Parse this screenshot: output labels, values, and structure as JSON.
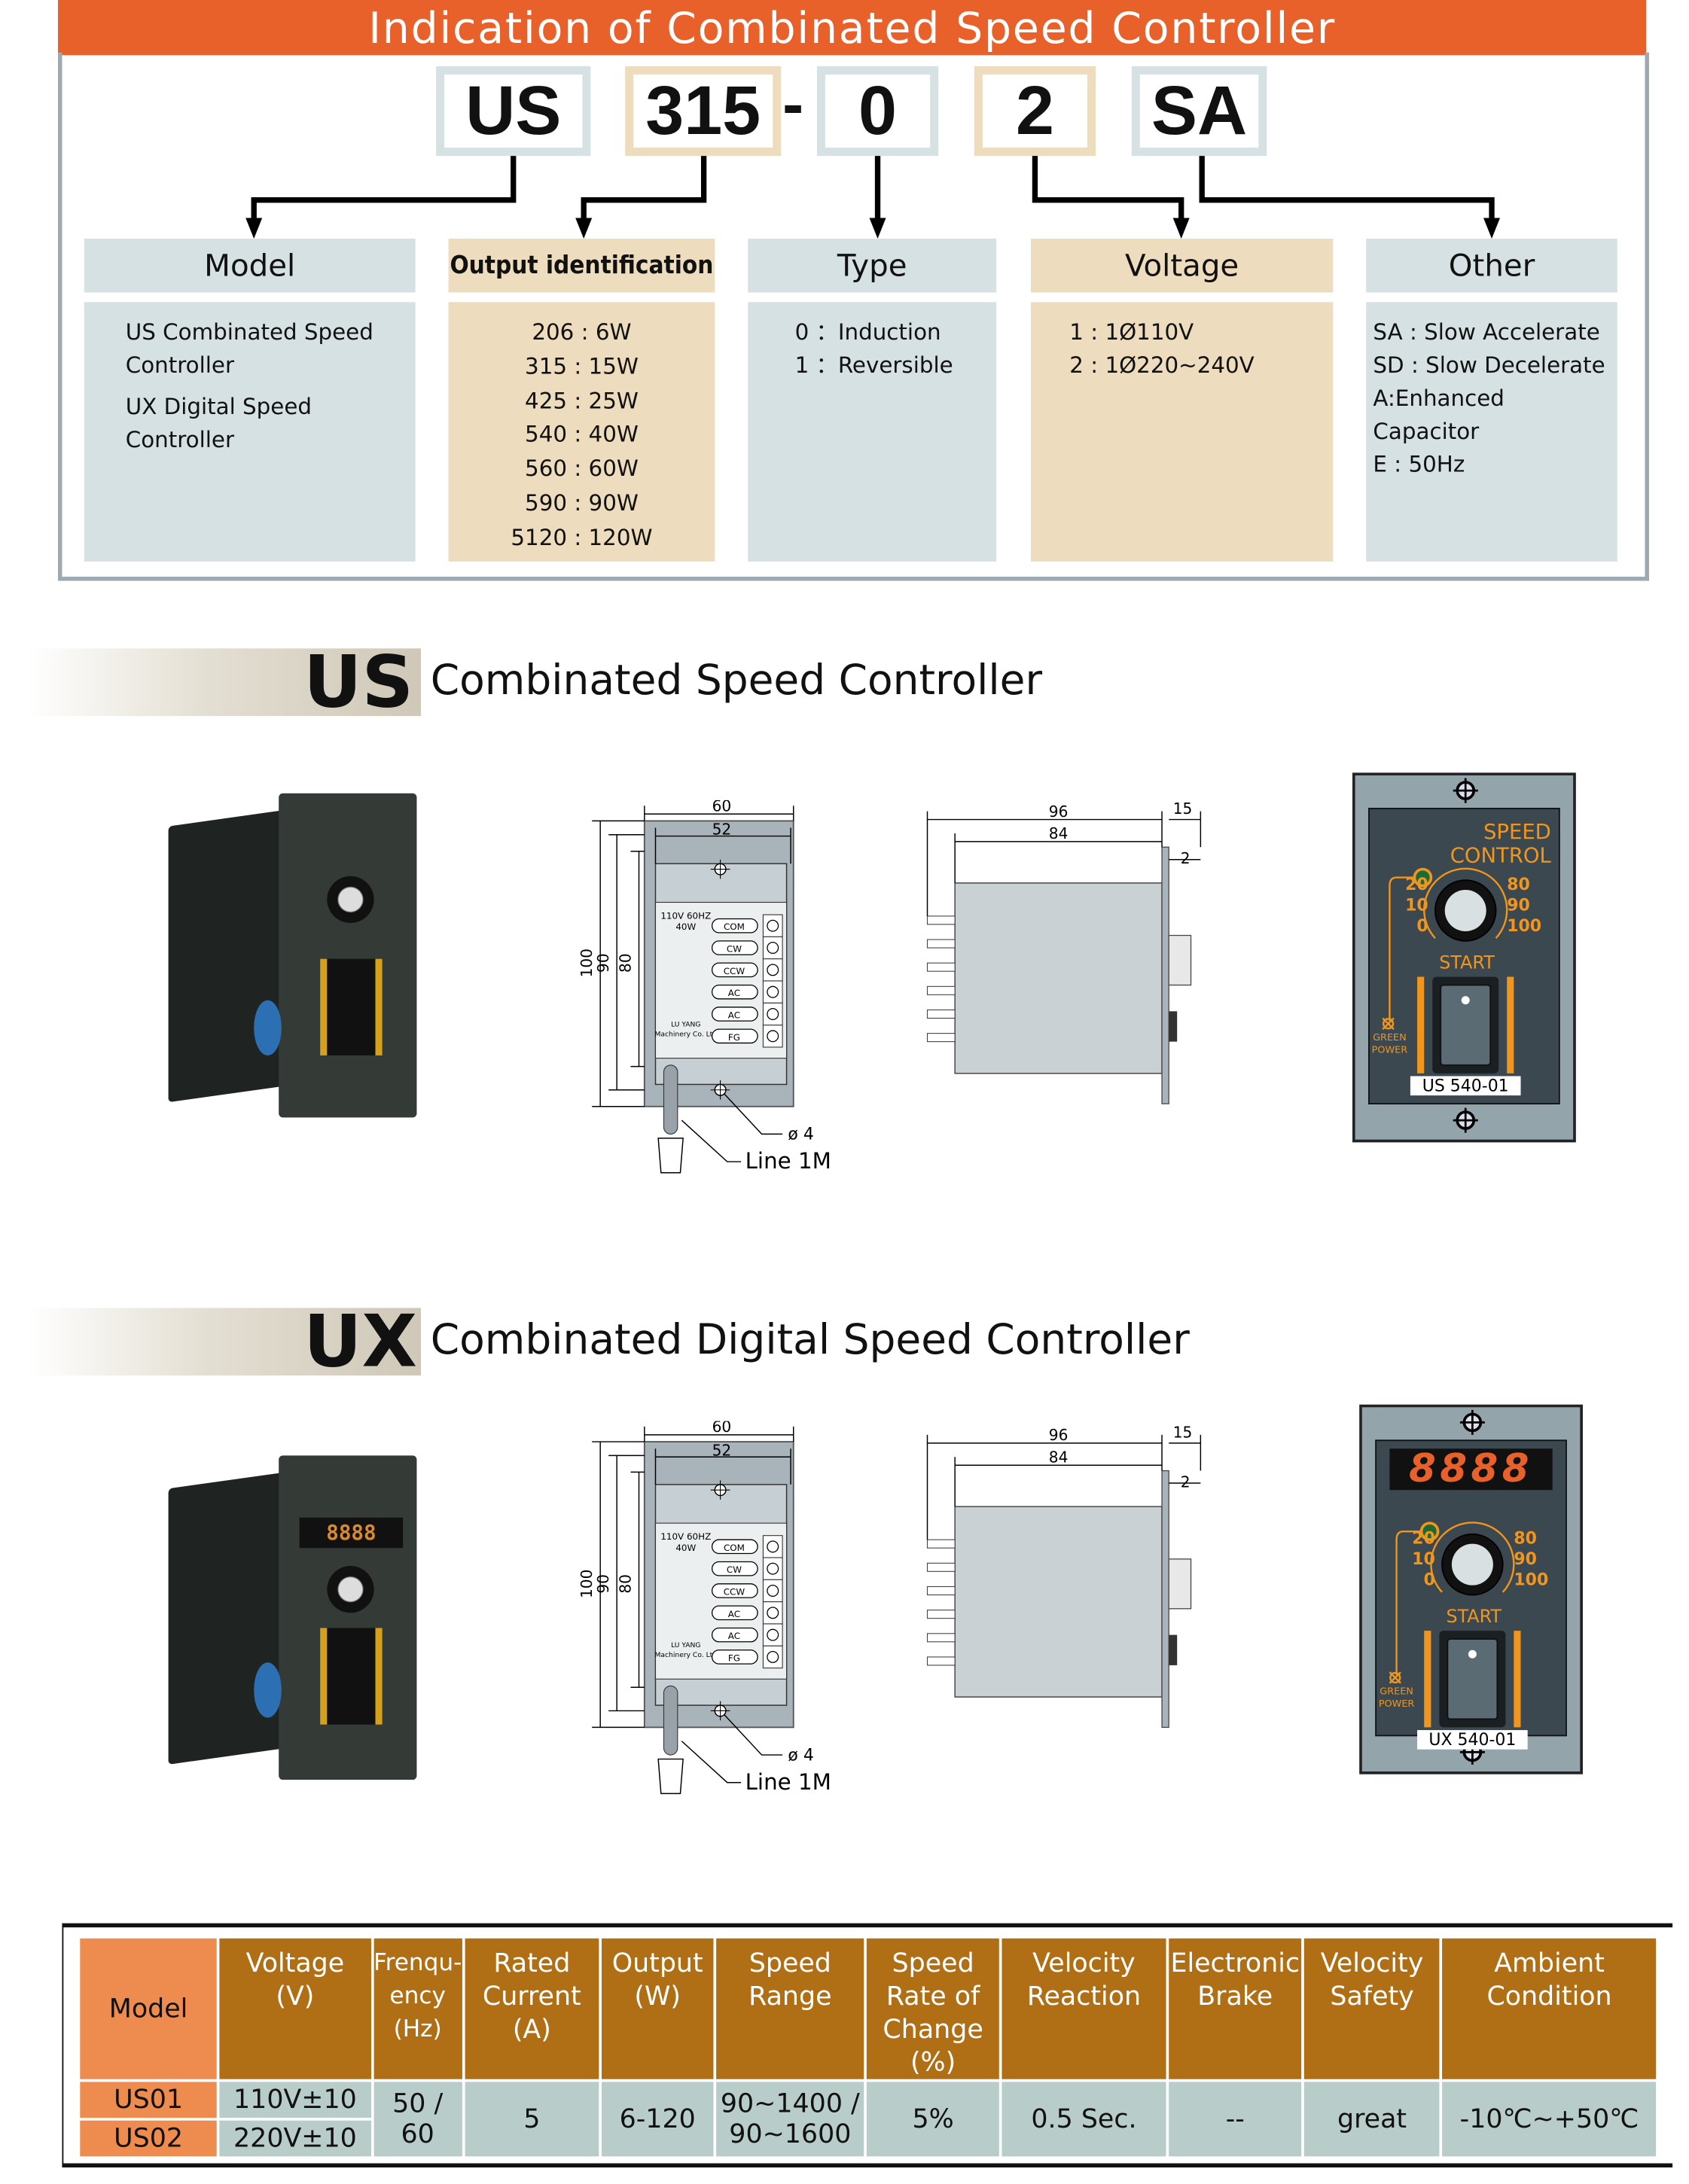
{
  "indication": {
    "title": "Indication of Combinated Speed Controller",
    "code_parts": [
      "US",
      "315",
      "-",
      "0",
      "2",
      "SA"
    ],
    "columns": [
      {
        "header": "Model",
        "lines": [
          "US Combinated Speed",
          "Controller",
          "UX Digital Speed",
          "Controller"
        ]
      },
      {
        "header": "Output identification",
        "lines": [
          "206 : 6W",
          "315 : 15W",
          "425 : 25W",
          "540 : 40W",
          "560 : 60W",
          "590 : 90W",
          "5120 : 120W"
        ]
      },
      {
        "header": "Type",
        "lines": [
          "0 ：Induction",
          "1 ：Reversible"
        ]
      },
      {
        "header": "Voltage",
        "lines": [
          "1 : 1Ø110V",
          "2 : 1Ø220~240V"
        ]
      },
      {
        "header": "Other",
        "lines": [
          "SA : Slow Accelerate",
          "SD : Slow Decelerate",
          "A:Enhanced Capacitor",
          "E : 50Hz"
        ]
      }
    ]
  },
  "sections": [
    {
      "prefix": "US",
      "title": "Combinated Speed Controller",
      "panel": {
        "heading1": "SPEED",
        "heading2": "CONTROL",
        "model": "US 540-01"
      }
    },
    {
      "prefix": "UX",
      "title": "Combinated Digital Speed Controller",
      "panel": {
        "display": "8888",
        "model": "UX 540-01"
      }
    }
  ],
  "drawings": {
    "front": {
      "dims": [
        "60",
        "52",
        "100",
        "90",
        "80"
      ],
      "label_lines": [
        "110V 60HZ",
        "40W"
      ],
      "terminals": [
        "COM",
        "CW",
        "CCW",
        "AC",
        "AC",
        "FG"
      ],
      "maker": [
        "LU YANG",
        "Machinery Co. Ltd"
      ],
      "hole": "ø 4",
      "cable": "Line 1M"
    },
    "side": {
      "dims": [
        "96",
        "84",
        "15",
        "2"
      ]
    }
  },
  "panel_common": {
    "scale_left": [
      "20",
      "10",
      "0"
    ],
    "scale_right": [
      "80",
      "90",
      "100"
    ],
    "start": "START",
    "power": [
      "GREEN",
      "POWER"
    ]
  },
  "colors": {
    "banner": "#E8602A",
    "header": "#B06F14",
    "model_cell": "#EE8C50",
    "cell": "#B8CDC9",
    "panel_accent": "#F0961E"
  },
  "spec_table": {
    "headers": [
      [
        "Model"
      ],
      [
        "Voltage",
        "(V)"
      ],
      [
        "Frenqu-",
        "ency",
        "(Hz)"
      ],
      [
        "Rated",
        "Current",
        "(A)"
      ],
      [
        "Output",
        "(W)"
      ],
      [
        "Speed",
        "Range"
      ],
      [
        "Speed",
        "Rate of",
        "Change",
        "(%)"
      ],
      [
        "Velocity",
        "Reaction"
      ],
      [
        "Electronic",
        "Brake"
      ],
      [
        "Velocity",
        "Safety"
      ],
      [
        "Ambient",
        "Condition"
      ]
    ],
    "rows": [
      {
        "model": "US01",
        "voltage": "110V±10"
      },
      {
        "model": "US02",
        "voltage": "220V±10"
      }
    ],
    "shared": [
      "50 / 60",
      "5",
      "6-120",
      "90~1400 /\n90~1600",
      "5%",
      "0.5 Sec.",
      "--",
      "great",
      "-10℃~+50℃"
    ]
  }
}
